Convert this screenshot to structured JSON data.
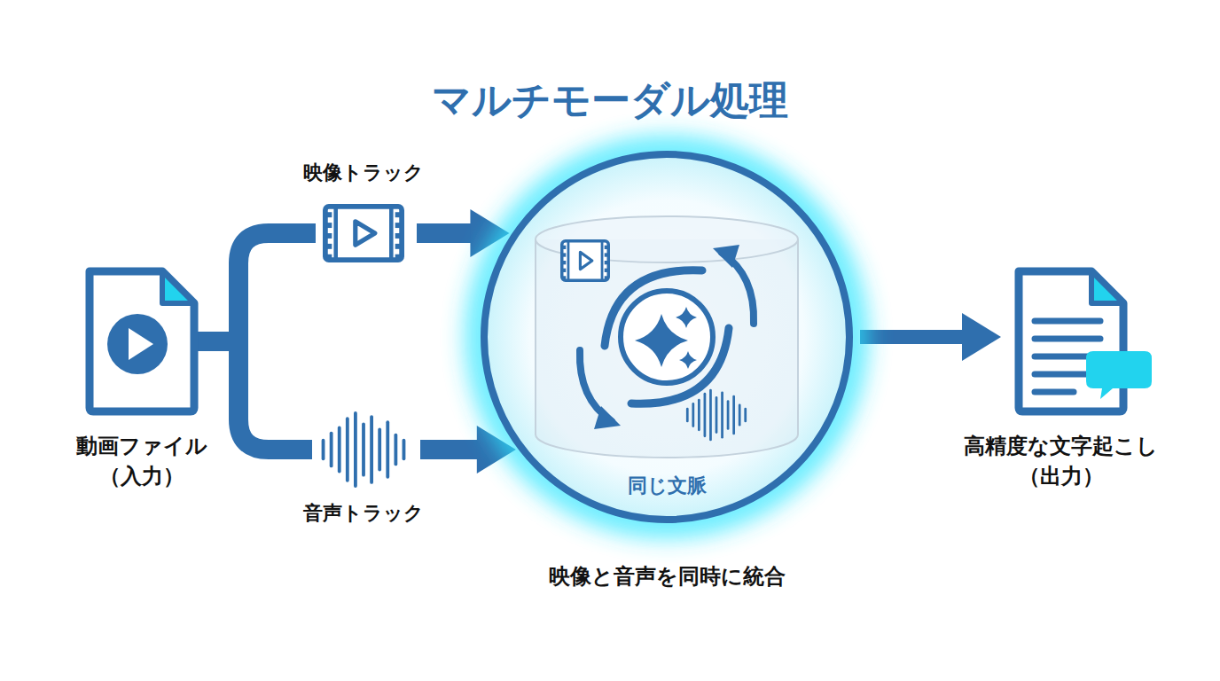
{
  "diagram": {
    "title": "マルチモーダル処理",
    "nodes": [
      {
        "text": [
          "動画ファイル （入力）"
        ]
      },
      {
        "text": [
          "映像トラック"
        ]
      },
      {
        "text": [
          "音声トラック"
        ]
      },
      {
        "text": [
          "同じ文脈",
          "映像と音声を同時に統合"
        ]
      },
      {
        "text": [
          "高精度な文字起こし （出力）"
        ]
      }
    ],
    "edges": [
      {
        "from": 0,
        "to": 1,
        "arrow": "none"
      },
      {
        "from": 0,
        "to": 2,
        "arrow": "none"
      },
      {
        "from": 1,
        "to": 3,
        "arrow": "to"
      },
      {
        "from": 2,
        "to": 3,
        "arrow": "to"
      },
      {
        "from": 3,
        "to": 4,
        "arrow": "to"
      }
    ]
  }
}
